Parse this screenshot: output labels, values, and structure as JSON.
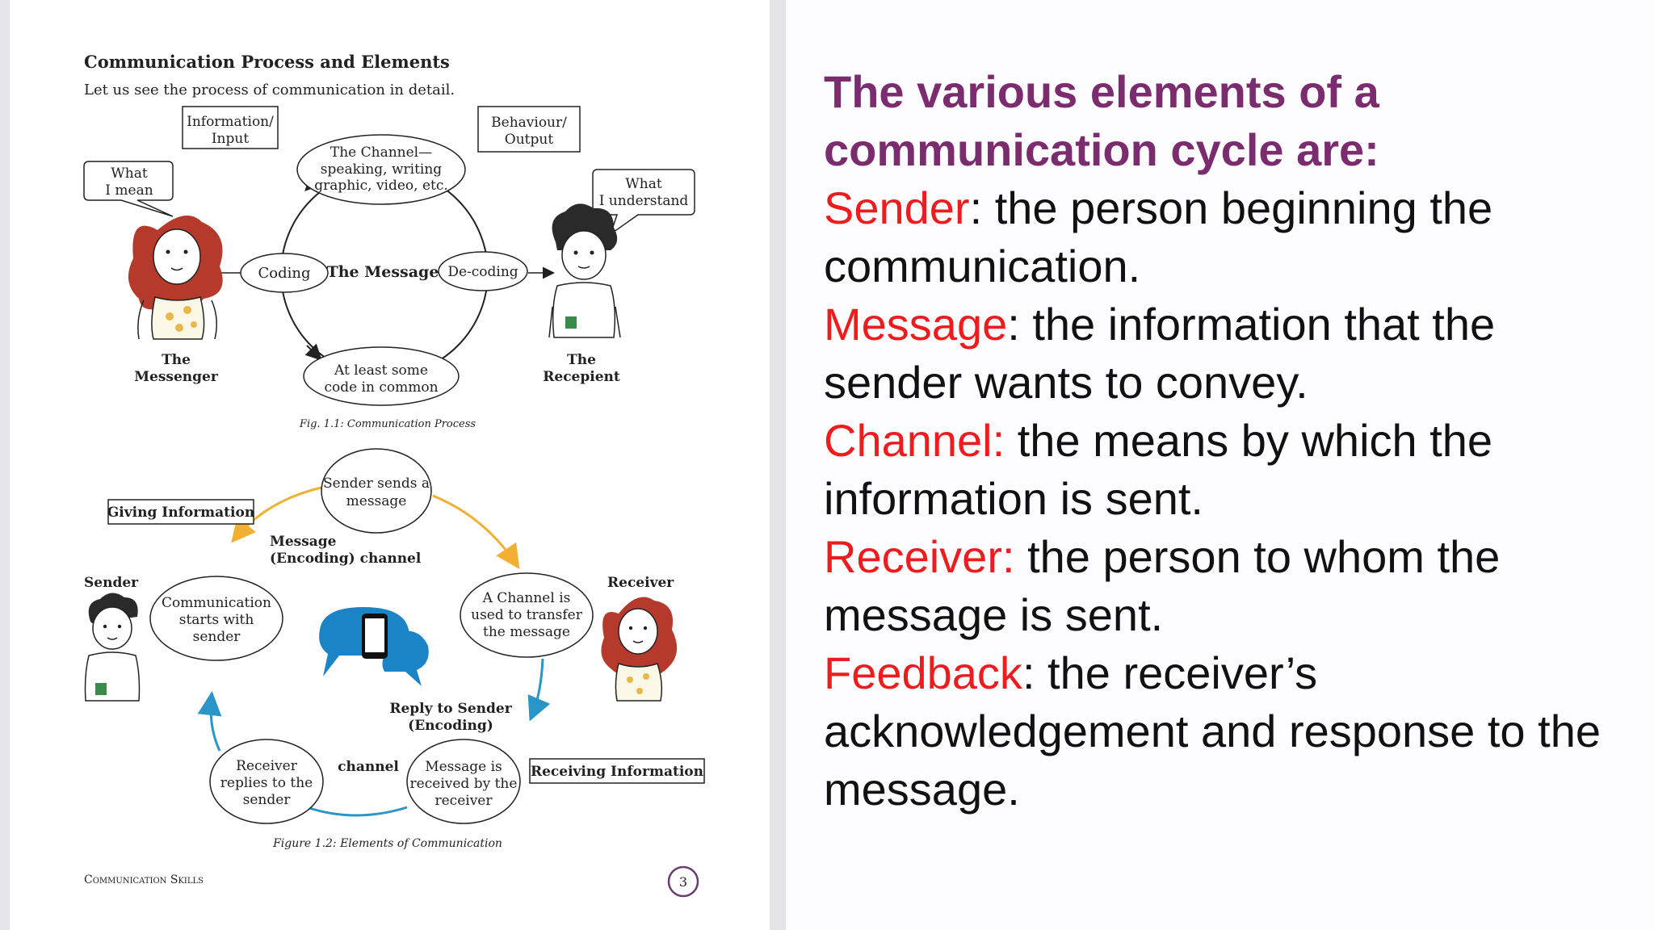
{
  "left_page": {
    "heading": "Communication Process and Elements",
    "intro": "Let us see the process of communication in detail.",
    "fig1": {
      "info_input": [
        "Information/",
        "Input"
      ],
      "behaviour_output": [
        "Behaviour/",
        "Output"
      ],
      "what_i_mean": [
        "What",
        "I mean"
      ],
      "what_i_understand": [
        "What",
        "I understand"
      ],
      "channel": [
        "The Channel—",
        "speaking, writing",
        "graphic, video, etc."
      ],
      "coding": "Coding",
      "message": "The Message",
      "decoding": "De-coding",
      "common_code": [
        "At least some",
        "code in common"
      ],
      "messenger": [
        "The",
        "Messenger"
      ],
      "recipient": [
        "The",
        "Recepient"
      ],
      "caption": "Fig. 1.1: Communication Process"
    },
    "fig2": {
      "giving_info": "Giving Information",
      "receiving_info": "Receiving Information",
      "sender": "Sender",
      "receiver": "Receiver",
      "sender_sends": [
        "Sender sends a",
        "message"
      ],
      "message_encoding": [
        "Message",
        "(Encoding) channel"
      ],
      "comm_starts": [
        "Communication",
        "starts with",
        "sender"
      ],
      "channel_transfer": [
        "A Channel is",
        "used to transfer",
        "the message"
      ],
      "reply_to_sender": [
        "Reply to Sender",
        "(Encoding)"
      ],
      "receiver_replies": [
        "Receiver",
        "replies to the",
        "sender"
      ],
      "channel": "channel",
      "message_received": [
        "Message is",
        "received by the",
        "receiver"
      ],
      "caption": "Figure 1.2: Elements of Communication"
    },
    "footer": "Communication Skills",
    "page_number": "3"
  },
  "right_text": {
    "title_line1": "The various elements of a",
    "title_line2": "communication cycle are:",
    "items": [
      {
        "term": "Sender",
        "rest": ": the person beginning the communication."
      },
      {
        "term": "Message",
        "rest": ": the information that the sender wants to convey."
      },
      {
        "term": "Channel:",
        "rest": " the means by which the information is sent."
      },
      {
        "term": "Receiver:",
        "rest": " the person to whom the message is sent."
      },
      {
        "term": "Feedback",
        "rest": ": the receiver’s acknowledgement and response to the message."
      }
    ]
  },
  "colors": {
    "title": "#7b2c6e",
    "term": "#ee1c1c",
    "arrow_orange": "#f2b033",
    "arrow_blue": "#2a95c9",
    "phone_bubble": "#1a84c6",
    "hair": "#b53a2c"
  }
}
